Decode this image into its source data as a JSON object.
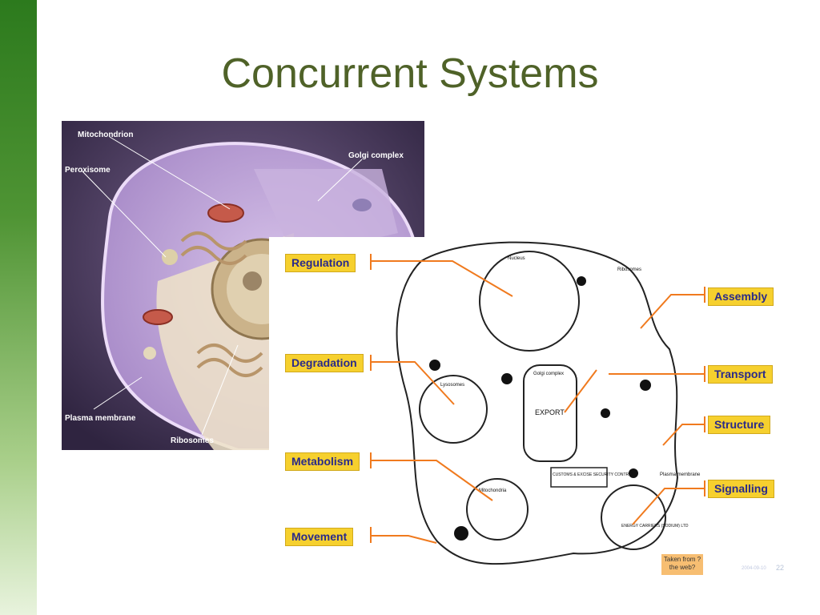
{
  "slide": {
    "title": "Concurrent  Systems",
    "page_number": "22",
    "date": "2004-09-10",
    "note": "Taken from ?the web?"
  },
  "cell_image": {
    "labels": [
      "Mitochondrion",
      "Golgi complex",
      "Peroxisome",
      "Plasma membrane",
      "Ribosomes"
    ]
  },
  "cartoon": {
    "tags": [
      "Nucleus",
      "Ribosomes",
      "Lysosomes",
      "Golgi complex",
      "Mitochondria",
      "CUSTOMS & EXCISE SECURITY CONTROL",
      "Plasma membrane",
      "ENERGY CARRIERS (SODIUM) LTD",
      "EXPORT"
    ]
  },
  "callouts": {
    "regulation": "Regulation",
    "degradation": "Degradation",
    "metabolism": "Metabolism",
    "movement": "Movement",
    "assembly": "Assembly",
    "transport": "Transport",
    "structure": "Structure",
    "signalling": "Signalling"
  },
  "colors": {
    "title": "#4f6228",
    "label_bg": "#f6d02e",
    "label_text": "#2a2a8a",
    "callout_line": "#f07a1e",
    "sidebar_top": "#2c7a1d"
  }
}
